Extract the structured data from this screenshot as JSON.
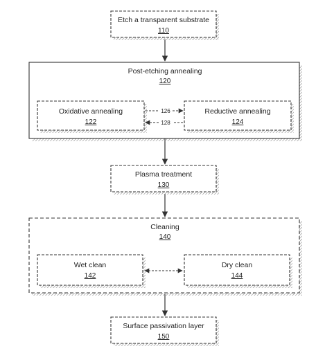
{
  "colors": {
    "line": "#333333",
    "shadow": "#9a9a9a",
    "background": "#ffffff"
  },
  "steps": {
    "etch": {
      "label": "Etch a transparent substrate",
      "number": "110"
    },
    "anneal": {
      "label": "Post-etching annealing",
      "number": "120",
      "oxidative": {
        "label": "Oxidative annealing",
        "number": "122"
      },
      "reductive": {
        "label": "Reductive annealing",
        "number": "124"
      },
      "arrow_to_reductive": "126",
      "arrow_to_oxidative": "128"
    },
    "plasma": {
      "label": "Plasma treatment",
      "number": "130"
    },
    "cleaning": {
      "label": "Cleaning",
      "number": "140",
      "wet": {
        "label": "Wet clean",
        "number": "142"
      },
      "dry": {
        "label": "Dry clean",
        "number": "144"
      }
    },
    "passivation": {
      "label": "Surface passivation layer",
      "number": "150"
    }
  }
}
